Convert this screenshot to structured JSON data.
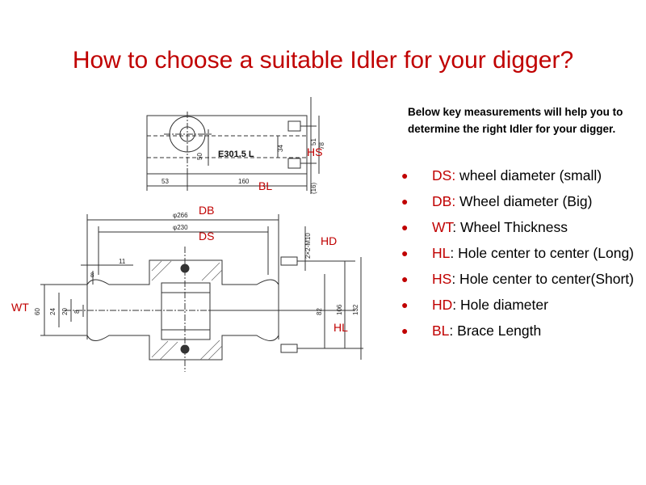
{
  "title": "How to choose a suitable Idler for your digger?",
  "intro": "Below key measurements  will help you to determine the right  Idler for your digger.",
  "legend": [
    {
      "abbr": "DS",
      "sep": ":",
      "text": " wheel diameter (small)"
    },
    {
      "abbr": "DB",
      "sep": ":",
      "text": " Wheel diameter (Big)"
    },
    {
      "abbr": "WT",
      "sep": ":",
      "text": " Wheel Thickness"
    },
    {
      "abbr": "HL",
      "sep": ":",
      "text": " Hole center to center (Long)"
    },
    {
      "abbr": "HS",
      "sep": ":",
      "text": " Hole center to center(Short)"
    },
    {
      "abbr": "HD",
      "sep": ":",
      "text": " Hole diameter"
    },
    {
      "abbr": "BL",
      "sep": ":",
      "text": " Brace Length"
    }
  ],
  "diagram_labels": {
    "HS": "HS",
    "BL": "BL",
    "DB": "DB",
    "DS": "DS",
    "HD": "HD",
    "WT": "WT",
    "HL": "HL"
  },
  "drawing": {
    "part_number": "E301.5  L",
    "dims": {
      "d53": "53",
      "d160": "160",
      "d50": "50",
      "d34": "34",
      "d51": "51",
      "d78": "78",
      "d16": "(16)",
      "d266": "φ266",
      "d230": "φ230",
      "m10": "2×2-M10",
      "d11": "11",
      "d8": "8",
      "d60": "60",
      "d24": "24",
      "d20": "20",
      "d8b": "8",
      "d82": "82",
      "d106": "106",
      "d132": "132"
    }
  }
}
